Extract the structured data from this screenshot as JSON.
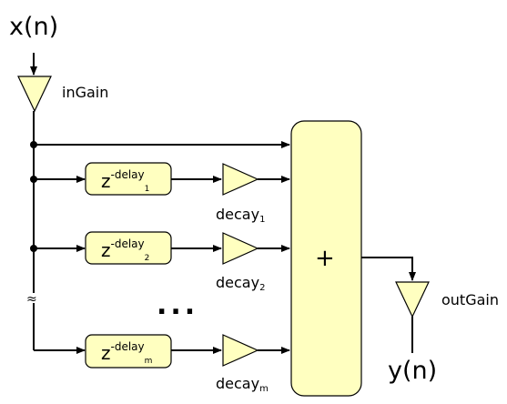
{
  "diagram": {
    "input_label": "x(n)",
    "output_label": "y(n)",
    "in_gain_label": "inGain",
    "out_gain_label": "outGain",
    "sum_symbol": "+",
    "ellipsis": "...",
    "break_mark": "≈",
    "taps": [
      {
        "delay_base": "z",
        "delay_sup": "-delay",
        "delay_index": "1",
        "gain_base": "decay",
        "gain_index": "1"
      },
      {
        "delay_base": "z",
        "delay_sup": "-delay",
        "delay_index": "2",
        "gain_base": "decay",
        "gain_index": "2"
      },
      {
        "delay_base": "z",
        "delay_sup": "-delay",
        "delay_index": "m",
        "gain_base": "decay",
        "gain_index": "m"
      }
    ],
    "colors": {
      "block_fill": "#ffffc0",
      "stroke": "#000000"
    }
  }
}
